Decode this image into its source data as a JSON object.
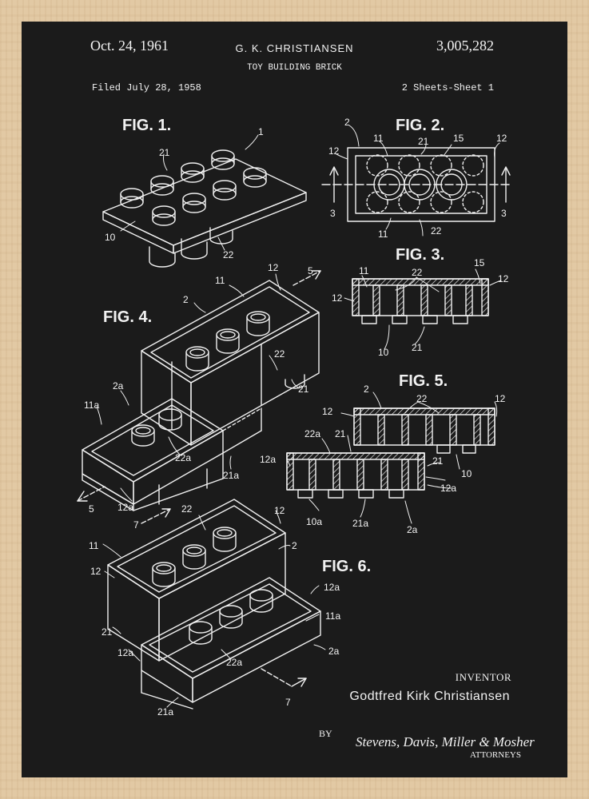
{
  "header": {
    "date": "Oct. 24, 1961",
    "inventor_short": "G. K. CHRISTIANSEN",
    "patent_number": "3,005,282",
    "title": "TOY BUILDING BRICK",
    "filed": "Filed July 28, 1958",
    "sheets": "2 Sheets-Sheet 1"
  },
  "figures": {
    "fig1": "FIG. 1.",
    "fig2": "FIG. 2.",
    "fig3": "FIG. 3.",
    "fig4": "FIG. 4.",
    "fig5": "FIG. 5.",
    "fig6": "FIG. 6."
  },
  "labels": {
    "n1": "1",
    "n2": "2",
    "n2a": "2a",
    "n3": "3",
    "n5": "5",
    "n7": "7",
    "n10": "10",
    "n10a": "10a",
    "n11": "11",
    "n11a": "11a",
    "n12": "12",
    "n12a": "12a",
    "n15": "15",
    "n21": "21",
    "n21a": "21a",
    "n22": "22",
    "n22a": "22a"
  },
  "footer": {
    "inventor_label": "INVENTOR",
    "inventor_name": "Godtfred Kirk Christiansen",
    "by": "BY",
    "attorneys_signature": "Stevens, Davis, Miller & Mosher",
    "attorneys_label": "ATTORNEYS"
  },
  "colors": {
    "frame": "#e2c9a4",
    "background": "#1b1b1b",
    "ink": "#f2f2f2"
  }
}
